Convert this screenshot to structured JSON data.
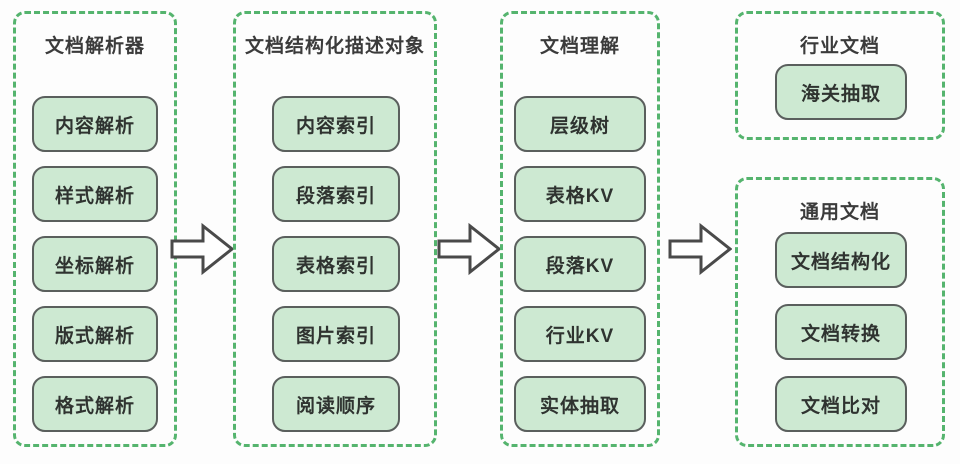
{
  "diagram": {
    "title": "",
    "colors": {
      "group_border": "#55b46e",
      "node_fill": "#cde9d2",
      "node_border": "#5a5f5d",
      "arrow_stroke": "#4a4a4a",
      "text": "#2f3330",
      "background": "#fdfdfd"
    },
    "groups": [
      {
        "id": "parser",
        "title": "文档解析器",
        "nodes": [
          {
            "label": "内容解析"
          },
          {
            "label": "样式解析"
          },
          {
            "label": "坐标解析"
          },
          {
            "label": "版式解析"
          },
          {
            "label": "格式解析"
          }
        ]
      },
      {
        "id": "structured-description",
        "title": "文档结构化描述对象",
        "nodes": [
          {
            "label": "内容索引"
          },
          {
            "label": "段落索引"
          },
          {
            "label": "表格索引"
          },
          {
            "label": "图片索引"
          },
          {
            "label": "阅读顺序"
          }
        ]
      },
      {
        "id": "understanding",
        "title": "文档理解",
        "nodes": [
          {
            "label": "层级树"
          },
          {
            "label": "表格KV"
          },
          {
            "label": "段落KV"
          },
          {
            "label": "行业KV"
          },
          {
            "label": "实体抽取"
          }
        ]
      },
      {
        "id": "industry-document",
        "title": "行业文档",
        "nodes": [
          {
            "label": "海关抽取"
          }
        ]
      },
      {
        "id": "general-document",
        "title": "通用文档",
        "nodes": [
          {
            "label": "文档结构化"
          },
          {
            "label": "文档转换"
          },
          {
            "label": "文档比对"
          }
        ]
      }
    ],
    "arrows": [
      {
        "id": "arrow-1",
        "from": "parser",
        "to": "structured-description"
      },
      {
        "id": "arrow-2",
        "from": "structured-description",
        "to": "understanding"
      },
      {
        "id": "arrow-3",
        "from": "understanding",
        "to": "industry-document"
      }
    ]
  }
}
